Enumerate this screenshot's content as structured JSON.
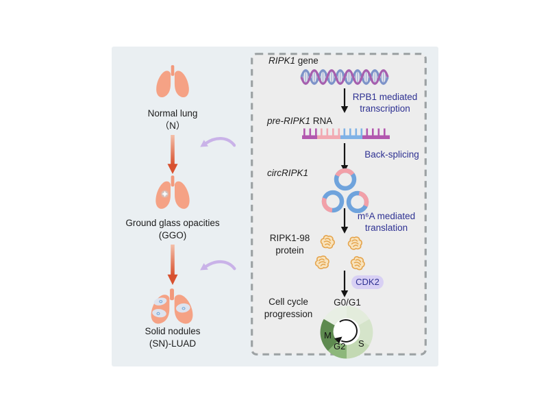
{
  "figure": {
    "left_panel": {
      "stages": [
        {
          "line1": "Normal lung",
          "line2": "（N）"
        },
        {
          "line1": "Ground glass opacities",
          "line2": "(GGO)"
        },
        {
          "line1": "Solid nodules",
          "line2": "(SN)-LUAD"
        }
      ]
    },
    "pathway": {
      "gene": {
        "italic": "RIPK1",
        "rest": " gene"
      },
      "transcription": [
        "RPB1 mediated",
        "transcription"
      ],
      "rna": {
        "italic": "pre-RIPK1",
        "rest": " RNA"
      },
      "backsplicing": "Back-splicing",
      "circ": {
        "italic": "circRIPK1"
      },
      "translation": [
        "m⁶A mediated",
        "translation"
      ],
      "protein": [
        "RIPK1-98",
        "protein"
      ],
      "kinase": "CDK2",
      "cellcycle": [
        "Cell cycle",
        "progression"
      ],
      "phases": {
        "g0g1": "G0/G1",
        "m": "M",
        "g2": "G2",
        "s": "S"
      }
    },
    "icons": {
      "dna-helix-icon": "double-helix",
      "pre-mrna-icon": "tick bar",
      "circrna-icon": "three rings",
      "protein-blob-icon": "squiggle blobs",
      "cell-cycle-ring-icon": "green phase ring",
      "lungs-icon": "lungs silhouette",
      "down-arrow-icon": "↓",
      "curved-arrow-icon": "↩"
    },
    "colors": {
      "panel_bg": "#eaeff2",
      "box_bg": "#ededed",
      "box_border": "#9da2a4",
      "text_black": "#1b1b1b",
      "text_navy": "#2e3192",
      "lung_salmon": "#f5a285",
      "arrow_red": "#d8512f",
      "arrow_purple": "#c9b2e8",
      "rna_purple": "#b257ae",
      "rna_pink": "#f2a9b2",
      "rna_blue": "#7fb2e6",
      "circ_blue": "#6fa3dc",
      "circ_pink": "#f2a0a8",
      "protein_orange": "#e5a44c",
      "cdk2_bg": "#d8d0f4",
      "cycle_dark_green": "#5e8a50"
    }
  }
}
